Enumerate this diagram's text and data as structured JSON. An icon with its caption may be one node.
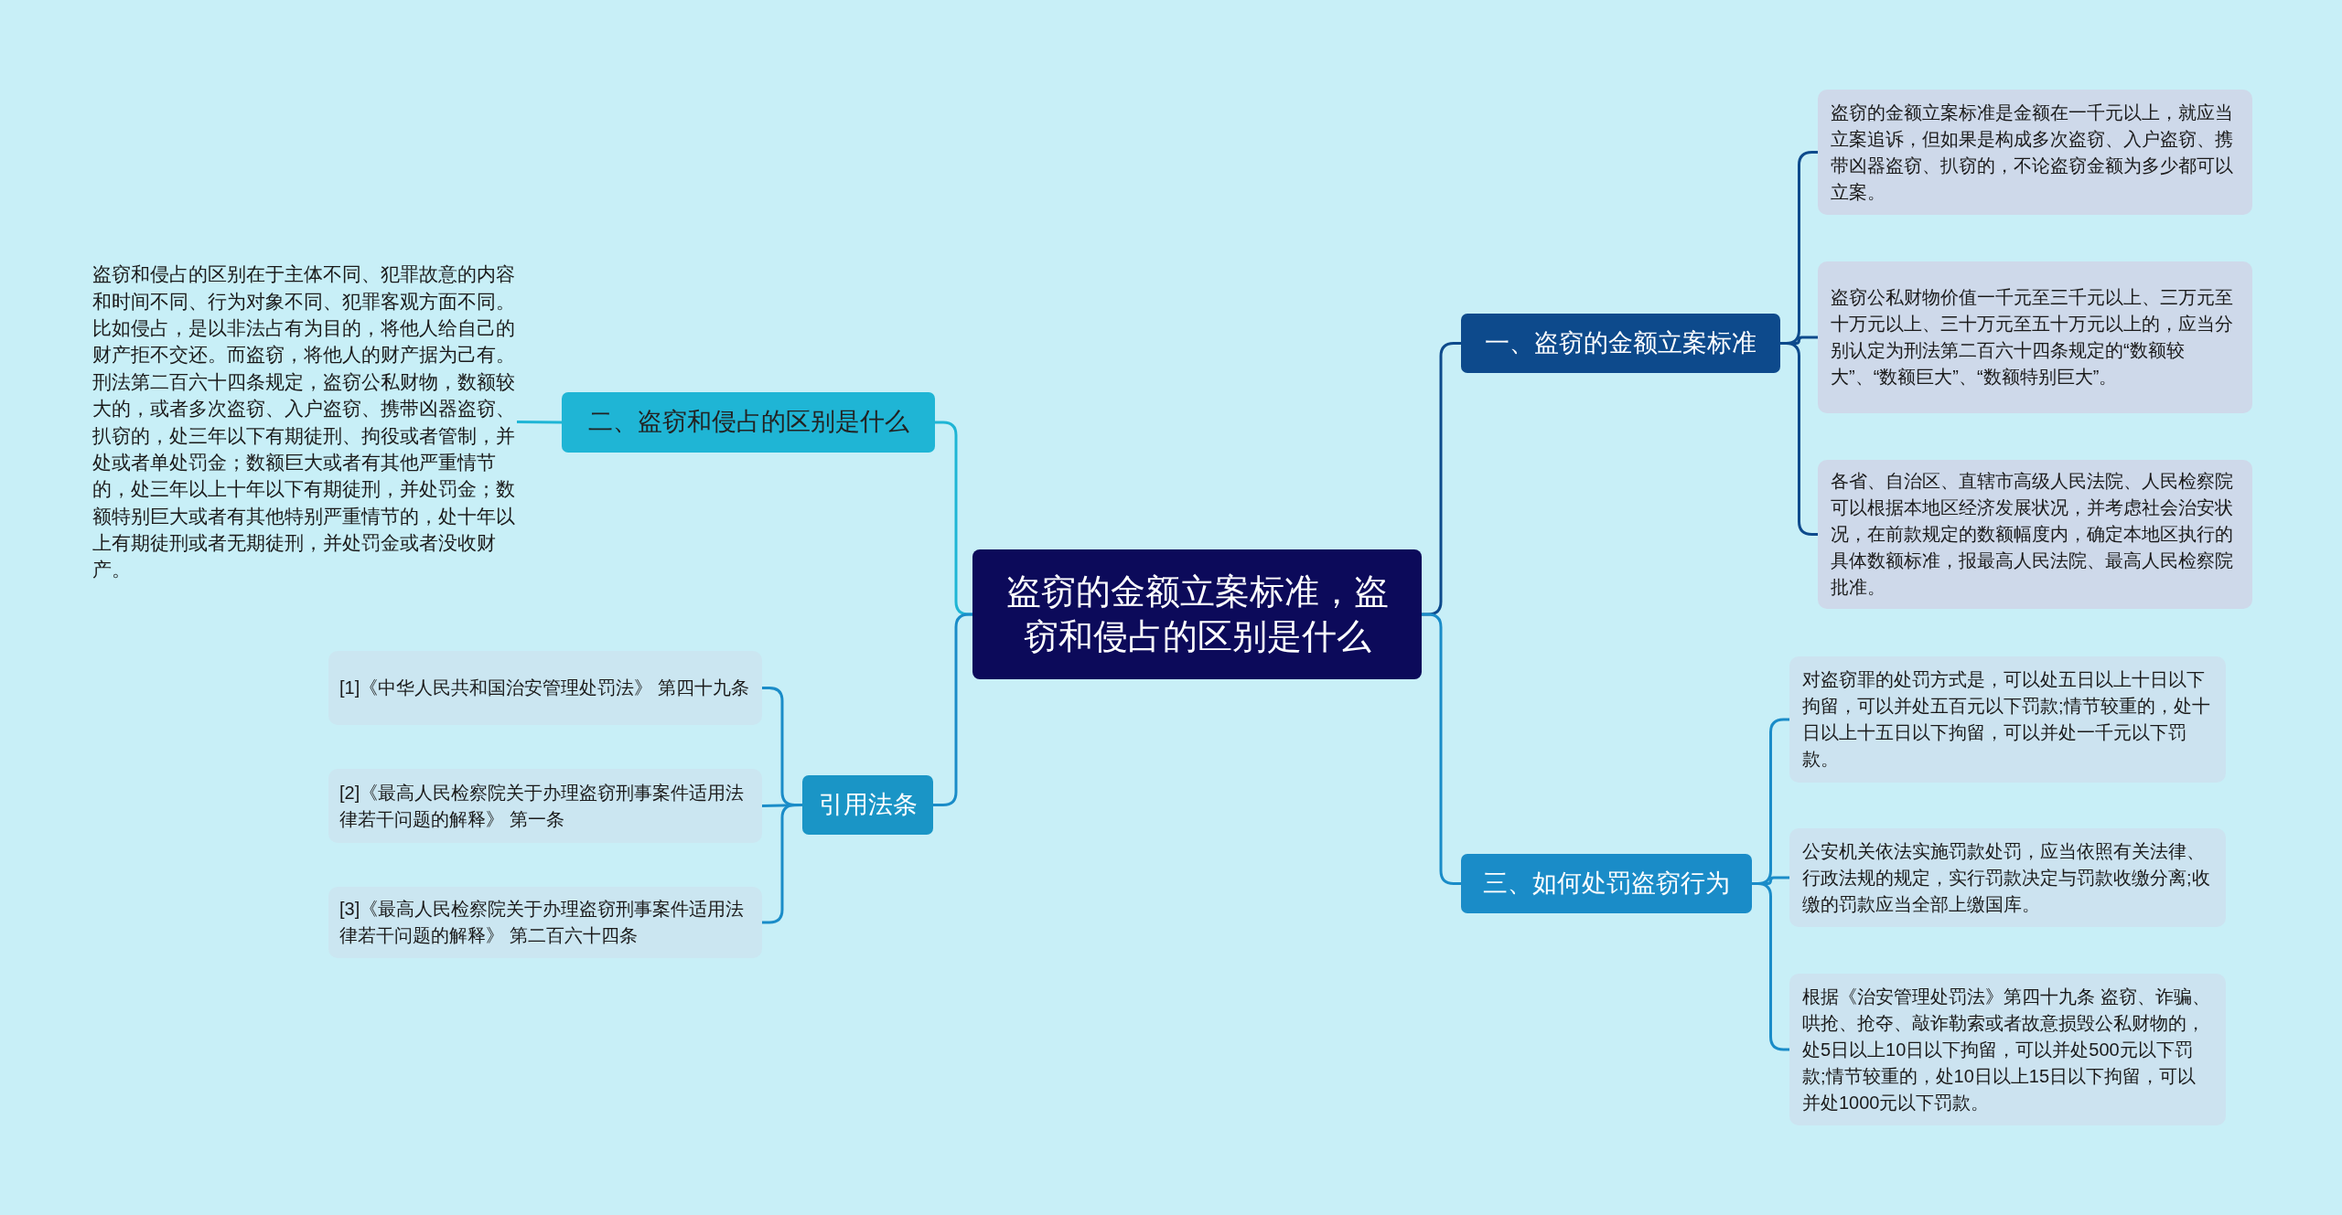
{
  "diagram": {
    "nodes": [
      {
        "text": [
          "盗窃的金额立案标准，盗窃和侵占的区别是什么"
        ]
      },
      {
        "text": [
          "一、盗窃的金额立案标准"
        ]
      },
      {
        "text": [
          "盗窃的金额立案标准是金额在一千元以上，就应当立案追诉，但如果是构成多次盗窃、入户盗窃、携带凶器盗窃、扒窃的，不论盗窃金额为多少都可以立案。"
        ]
      },
      {
        "text": [
          "盗窃公私财物价值一千元至三千元以上、三万元至十万元以上、三十万元至五十万元以上的，应当分别认定为刑法第二百六十四条规定的“数额较大”、“数额巨大”、“数额特别巨大”。"
        ]
      },
      {
        "text": [
          "各省、自治区、直辖市高级人民法院、人民检察院可以根据本地区经济发展状况，并考虑社会治安状况，在前款规定的数额幅度内，确定本地区执行的具体数额标准，报最高人民法院、最高人民检察院批准。"
        ]
      },
      {
        "text": [
          "二、盗窃和侵占的区别是什么"
        ]
      },
      {
        "text": [
          "盗窃和侵占的区别在于主体不同、犯罪故意的内容和时间不同、行为对象不同、犯罪客观方面不同。比如侵占，是以非法占有为目的，将他人给自己的财产拒不交还。而盗窃，将他人的财产据为己有。刑法第二百六十四条规定，盗窃公私财物，数额较大的，或者多次盗窃、入户盗窃、携带凶器盗窃、扒窃的，处三年以下有期徒刑、拘役或者管制，并处或者单处罚金；数额巨大或者有其他严重情节的，处三年以上十年以下有期徒刑，并处罚金；数额特别巨大或者有其他特别严重情节的，处十年以上有期徒刑或者无期徒刑，并处罚金或者没收财产。"
        ]
      },
      {
        "text": [
          "三、如何处罚盗窃行为"
        ]
      },
      {
        "text": [
          "对盗窃罪的处罚方式是，可以处五日以上十日以下拘留，可以并处五百元以下罚款;情节较重的，处十日以上十五日以下拘留，可以并处一千元以下罚款。"
        ]
      },
      {
        "text": [
          "公安机关依法实施罚款处罚，应当依照有关法律、行政法规的规定，实行罚款决定与罚款收缴分离;收缴的罚款应当全部上缴国库。"
        ]
      },
      {
        "text": [
          "根据《治安管理处罚法》第四十九条 盗窃、诈骗、哄抢、抢夺、敲诈勒索或者故意损毁公私财物的，处5日以上10日以下拘留，可以并处500元以下罚款;情节较重的，处10日以上15日以下拘留，可以并处1000元以下罚款。"
        ]
      },
      {
        "text": [
          "引用法条"
        ]
      },
      {
        "text": [
          "[1]《中华人民共和国治安管理处罚法》 第四十九条"
        ]
      },
      {
        "text": [
          "[2]《最高人民检察院关于办理盗窃刑事案件适用法律若干问题的解释》 第一条"
        ]
      },
      {
        "text": [
          "[3]《最高人民检察院关于办理盗窃刑事案件适用法律若干问题的解释》 第二百六十四条"
        ]
      }
    ],
    "edges": [
      {
        "from": 0,
        "to": 1,
        "arrow": "none",
        "color": "#0d4a8c"
      },
      {
        "from": 1,
        "to": 2,
        "arrow": "none",
        "color": "#0d4a8c"
      },
      {
        "from": 1,
        "to": 3,
        "arrow": "none",
        "color": "#0d4a8c"
      },
      {
        "from": 1,
        "to": 4,
        "arrow": "none",
        "color": "#0d4a8c"
      },
      {
        "from": 0,
        "to": 5,
        "arrow": "none",
        "color": "#1fb5d5"
      },
      {
        "from": 5,
        "to": 6,
        "arrow": "none",
        "color": "#1fb5d5"
      },
      {
        "from": 0,
        "to": 7,
        "arrow": "none"
      },
      {
        "from": 7,
        "to": 8,
        "arrow": "none"
      },
      {
        "from": 7,
        "to": 9,
        "arrow": "none"
      },
      {
        "from": 7,
        "to": 10,
        "arrow": "none"
      },
      {
        "from": 0,
        "to": 11,
        "arrow": "none"
      },
      {
        "from": 11,
        "to": 12,
        "arrow": "none"
      },
      {
        "from": 11,
        "to": 13,
        "arrow": "none"
      },
      {
        "from": 11,
        "to": 14,
        "arrow": "none"
      }
    ]
  }
}
